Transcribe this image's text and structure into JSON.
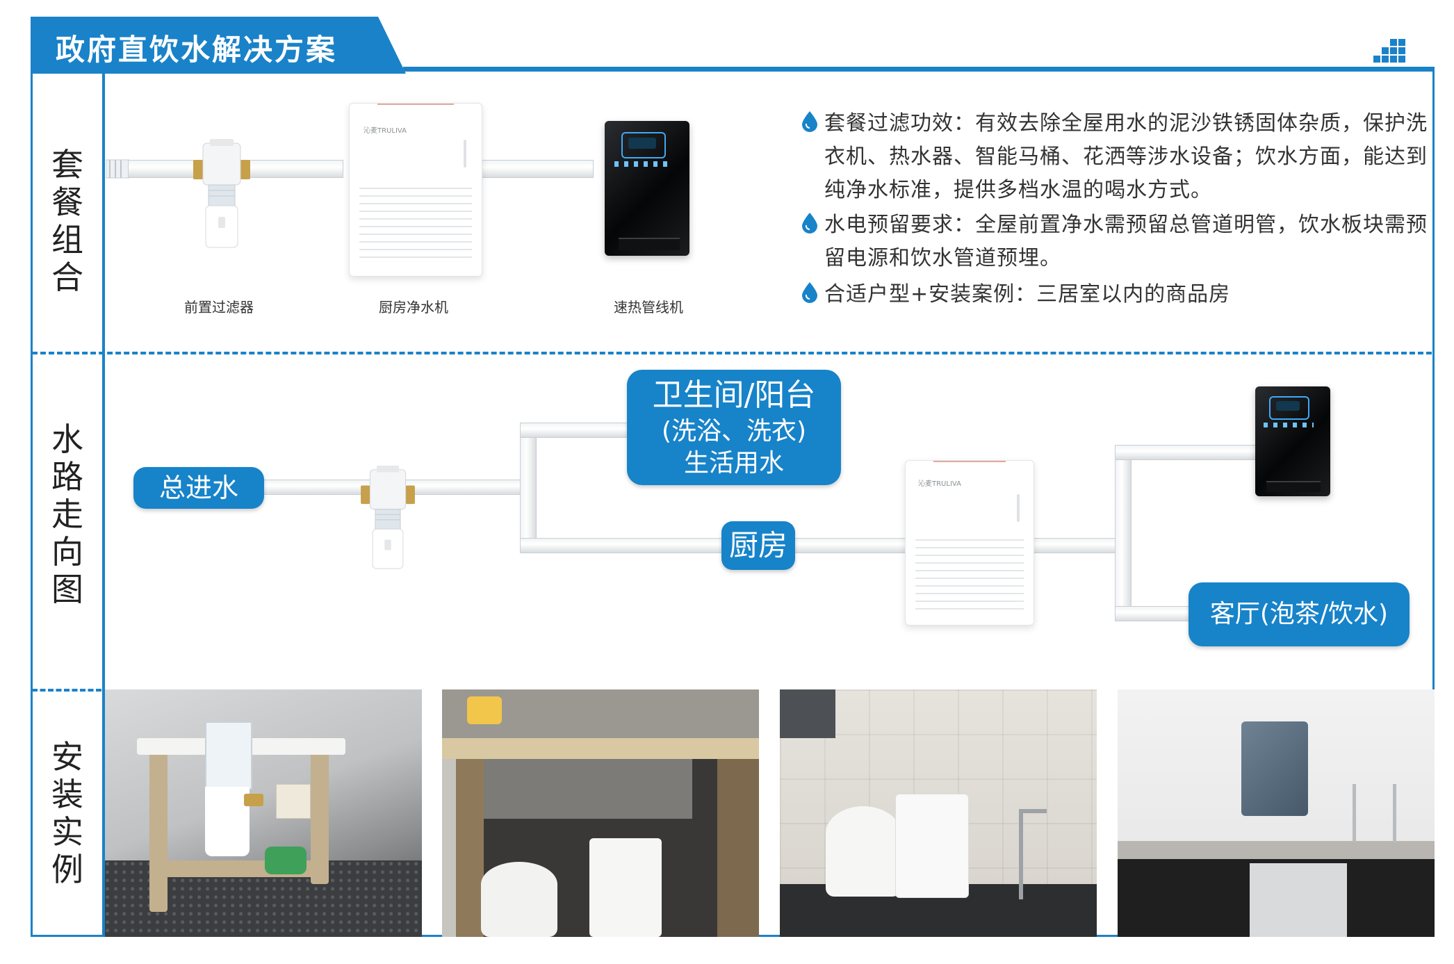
{
  "header": {
    "title": "政府直饮水解决方案"
  },
  "sections": {
    "combo": "套餐组合",
    "flow": "水路走向图",
    "cases": "安装实例"
  },
  "products": [
    {
      "name": "前置过滤器",
      "brand": ""
    },
    {
      "name": "厨房净水机",
      "brand": "沁麦TRULIVA"
    },
    {
      "name": "速热管线机",
      "brand": ""
    }
  ],
  "bullets": [
    "套餐过滤功效：有效去除全屋用水的泥沙铁锈固体杂质，保护洗衣机、热水器、智能马桶、花洒等涉水设备；饮水方面，能达到纯净水标准，提供多档水温的喝水方式。",
    "水电预留要求：全屋前置净水需预留总管道明管，饮水板块需预留电源和饮水管道预埋。",
    "合适户型+安装案例：三居室以内的商品房"
  ],
  "flow": {
    "inlet": "总进水",
    "bathroom_line1": "卫生间/阳台",
    "bathroom_line2": "(洗浴、洗衣)",
    "bathroom_line3": "生活用水",
    "kitchen": "厨房",
    "living": "客厅(泡茶/饮水)",
    "purifier_brand": "沁麦TRULIVA"
  },
  "photos": [
    {
      "name": "front-filter-install"
    },
    {
      "name": "under-sink-install-1"
    },
    {
      "name": "under-sink-install-2"
    },
    {
      "name": "wall-dispenser-install"
    }
  ],
  "colors": {
    "accent": "#1783c9",
    "frame": "#1a82c8"
  }
}
